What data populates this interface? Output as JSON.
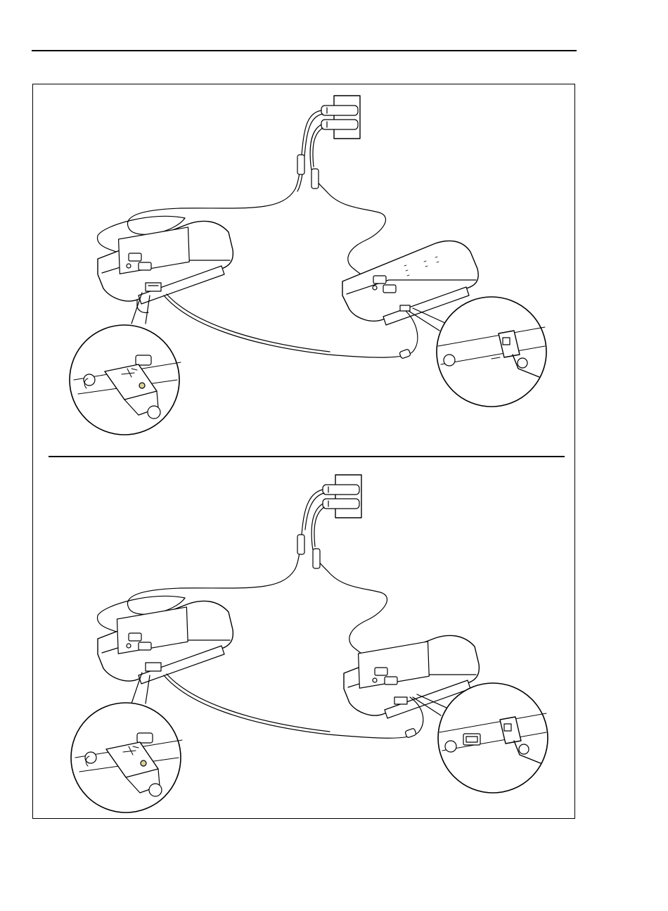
{
  "page": {
    "background": "#ffffff",
    "line_color": "#000000",
    "callout_accent": "#d8d2a0"
  },
  "figure": {
    "panels": [
      {
        "id": "top",
        "remote_unit": "remote-front-panel-leds"
      },
      {
        "id": "bottom",
        "remote_unit": "smart-remote-with-display"
      }
    ],
    "icons": [
      "power-outlet-icon",
      "ac-adapter-icon",
      "tester-main-unit-icon",
      "tester-remote-unit-icon",
      "usb-cable-icon",
      "ferrite-bead-icon",
      "usb-mini-b-connector-icon",
      "usb-symbol-icon",
      "headset-jack-icon"
    ]
  }
}
